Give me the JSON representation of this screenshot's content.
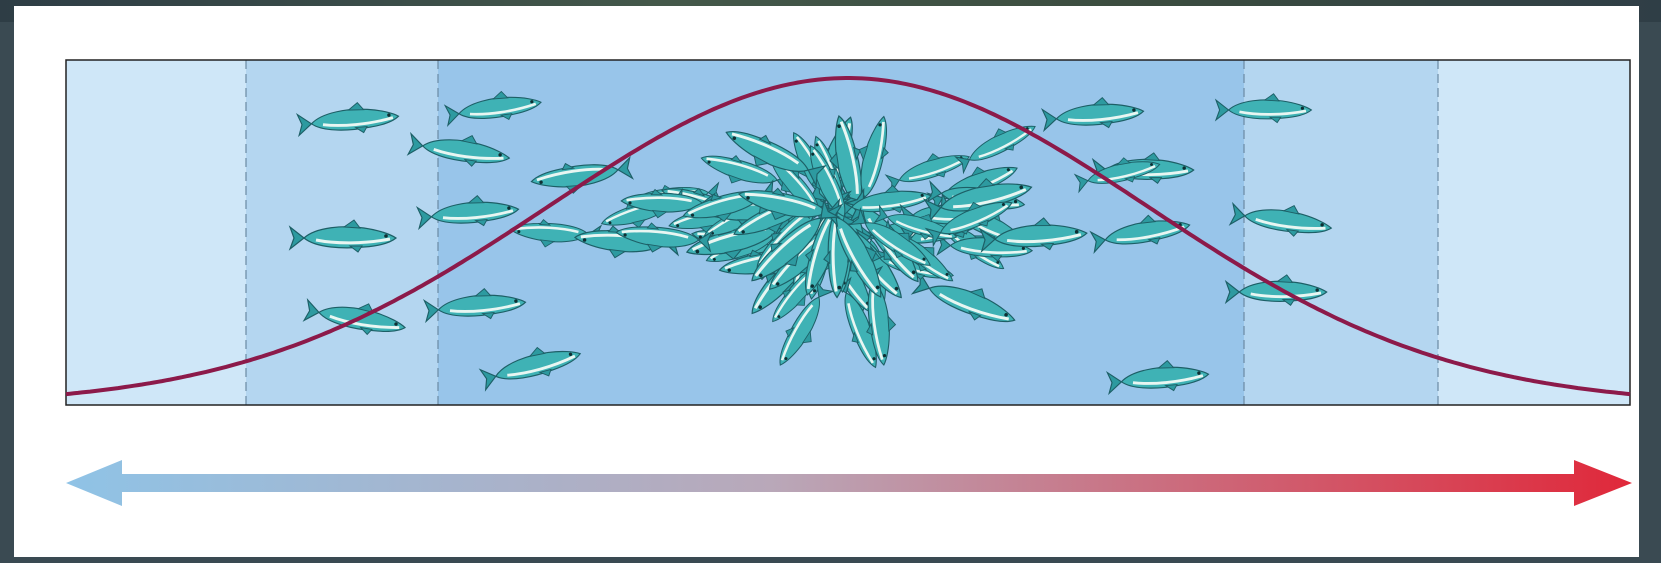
{
  "diagram": {
    "zones": [
      {
        "name": "outer-left",
        "color": "#cfe7f8"
      },
      {
        "name": "middle-left",
        "color": "#b4d6f0"
      },
      {
        "name": "center",
        "color": "#98c5ea"
      },
      {
        "name": "middle-right",
        "color": "#b4d6f0"
      },
      {
        "name": "outer-right",
        "color": "#cfe7f8"
      }
    ],
    "curve": {
      "type": "normal-distribution",
      "color": "#8c1a4a"
    },
    "subject": {
      "icon": "fish-icon",
      "color": "#3fb2b5",
      "count": 86
    },
    "arrow": {
      "type": "double-headed",
      "left_color": "#8fc3e6",
      "right_color": "#e0283a"
    }
  }
}
